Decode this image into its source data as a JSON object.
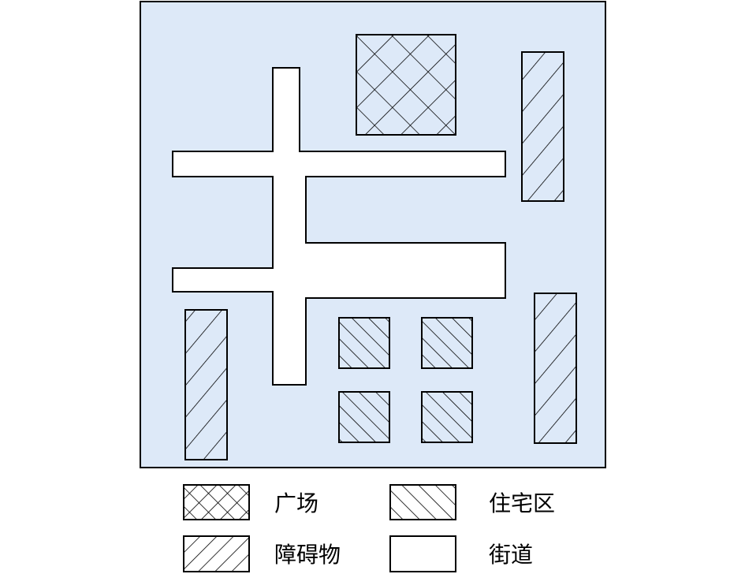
{
  "colors": {
    "background": "#dde9f8",
    "stroke": "#000000",
    "street_fill": "#ffffff"
  },
  "legend": {
    "plaza": "广场",
    "residential": "住宅区",
    "obstacle": "障碍物",
    "street": "街道"
  }
}
